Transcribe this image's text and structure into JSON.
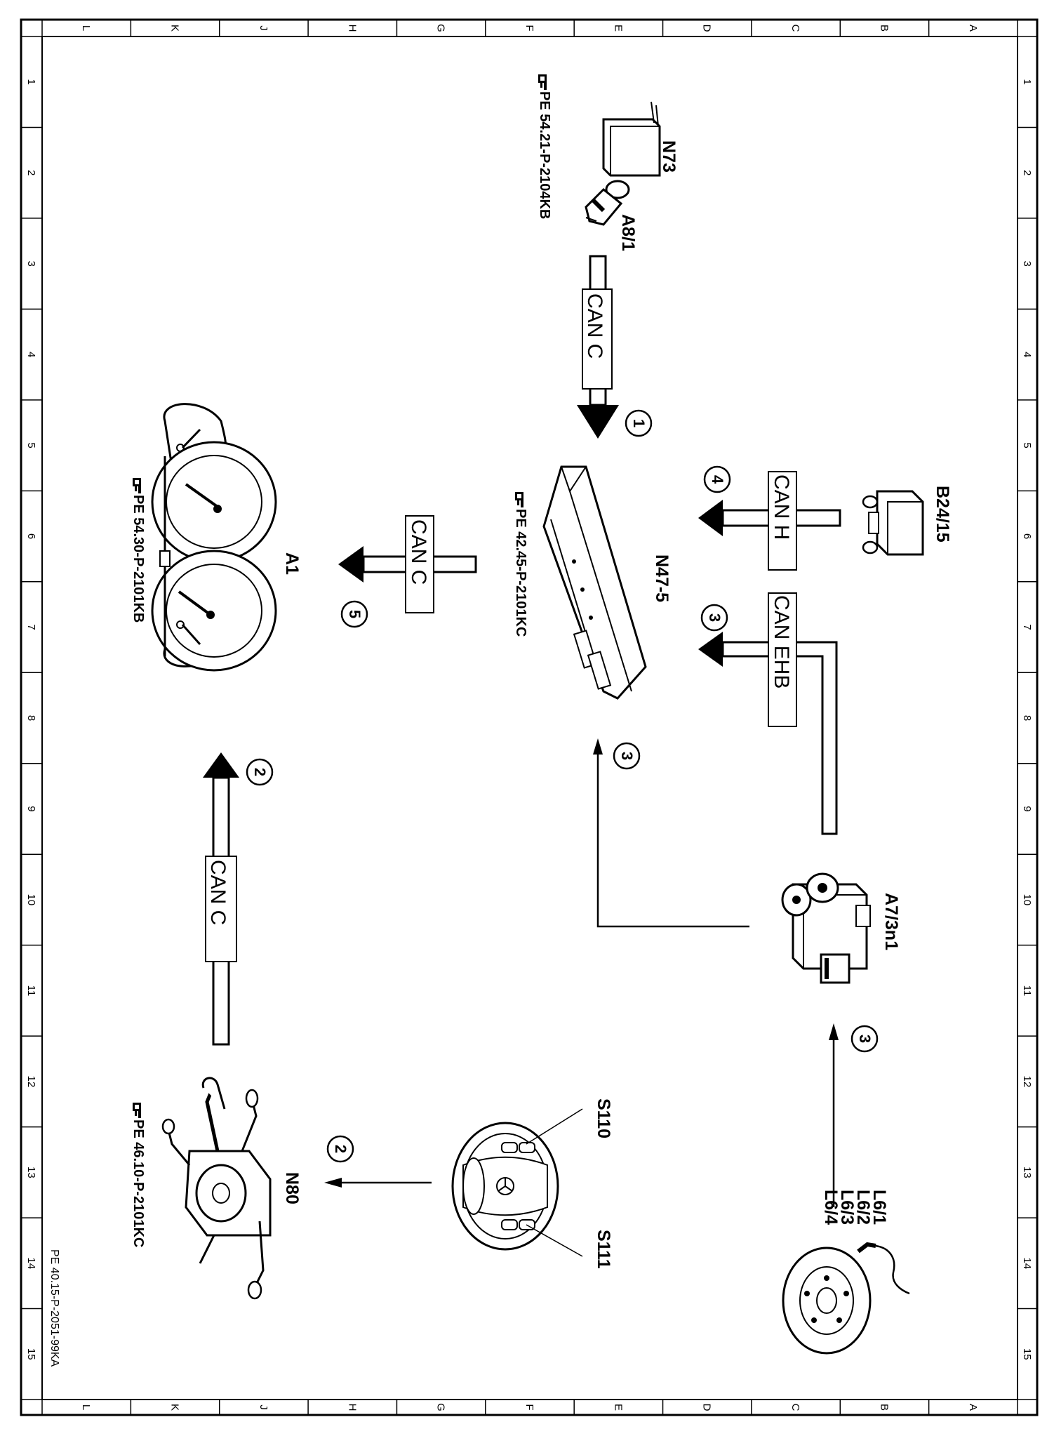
{
  "sheet": {
    "doc_id": "PE 40.15-P-2051-99KA",
    "column_letters": [
      "L",
      "K",
      "J",
      "H",
      "G",
      "F",
      "E",
      "D",
      "C",
      "B",
      "A"
    ],
    "row_numbers": [
      "1",
      "2",
      "3",
      "4",
      "5",
      "6",
      "7",
      "8",
      "9",
      "10",
      "11",
      "12",
      "13",
      "14",
      "15"
    ]
  },
  "components": [
    {
      "key": "n73",
      "label": "N73",
      "ref": "PE 54.21-P-2104KB"
    },
    {
      "key": "a8_1",
      "label": "A8/1"
    },
    {
      "key": "b24_15",
      "label": "B24/15"
    },
    {
      "key": "n47_5",
      "label": "N47-5",
      "ref": "PE 42.45-P-2101KC"
    },
    {
      "key": "a1",
      "label": "A1",
      "ref": "PE 54.30-P-2101KB"
    },
    {
      "key": "a7_3n1",
      "label": "A7/3n1"
    },
    {
      "key": "n80",
      "label": "N80",
      "ref": "PE 46.10-P-2101KC"
    },
    {
      "key": "s110",
      "label": "S110"
    },
    {
      "key": "s111",
      "label": "S111"
    },
    {
      "key": "l6",
      "label_lines": [
        "L6/1",
        "L6/2",
        "L6/3",
        "L6/4"
      ]
    }
  ],
  "connections": [
    {
      "id": "c1",
      "bus": "CAN C",
      "step": "1"
    },
    {
      "id": "c4",
      "bus": "CAN H",
      "step": "4"
    },
    {
      "id": "c3a",
      "bus": "CAN EHB",
      "step": "3"
    },
    {
      "id": "c3b",
      "bus": "",
      "step": "3"
    },
    {
      "id": "c3c",
      "bus": "",
      "step": "3"
    },
    {
      "id": "c5",
      "bus": "CAN C",
      "step": "5"
    },
    {
      "id": "c2a",
      "bus": "CAN C",
      "step": "2"
    },
    {
      "id": "c2b",
      "bus": "",
      "step": "2"
    }
  ],
  "icons": {
    "ref_pointer": "pointing-hand-icon"
  }
}
